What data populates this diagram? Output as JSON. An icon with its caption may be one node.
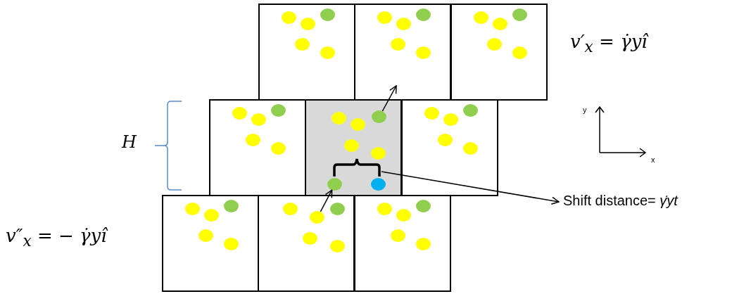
{
  "diagram": {
    "nodes": [
      {
        "text": [],
        "shape": "box"
      },
      {
        "text": [],
        "shape": "box"
      },
      {
        "text": [],
        "shape": "box"
      },
      {
        "text": [],
        "shape": "box"
      },
      {
        "text": [],
        "shape": "box"
      },
      {
        "text": [],
        "shape": "box"
      },
      {
        "text": [],
        "shape": "box"
      },
      {
        "text": [],
        "shape": "box"
      },
      {
        "text": [],
        "shape": "box"
      },
      {
        "text": [],
        "shape": "circle",
        "in": 0
      },
      {
        "text": [],
        "shape": "circle",
        "in": 0
      },
      {
        "text": [],
        "shape": "circle",
        "in": 0
      },
      {
        "text": [],
        "shape": "circle",
        "in": 0
      },
      {
        "text": [],
        "shape": "circle",
        "in": 0
      },
      {
        "text": [],
        "shape": "circle",
        "in": 1
      },
      {
        "text": [],
        "shape": "circle",
        "in": 1
      },
      {
        "text": [],
        "shape": "circle",
        "in": 1
      },
      {
        "text": [],
        "shape": "circle",
        "in": 1
      },
      {
        "text": [],
        "shape": "circle",
        "in": 1
      },
      {
        "text": [],
        "shape": "circle",
        "in": 2
      },
      {
        "text": [],
        "shape": "circle",
        "in": 2
      },
      {
        "text": [],
        "shape": "circle",
        "in": 2
      },
      {
        "text": [],
        "shape": "circle",
        "in": 2
      },
      {
        "text": [],
        "shape": "circle",
        "in": 2
      },
      {
        "text": [],
        "shape": "circle",
        "in": 3
      },
      {
        "text": [],
        "shape": "circle",
        "in": 3
      },
      {
        "text": [],
        "shape": "circle",
        "in": 3
      },
      {
        "text": [],
        "shape": "circle",
        "in": 3
      },
      {
        "text": [],
        "shape": "circle",
        "in": 3
      },
      {
        "text": [],
        "shape": "circle",
        "in": 4
      },
      {
        "text": [],
        "shape": "circle",
        "in": 4
      },
      {
        "text": [],
        "shape": "circle",
        "in": 4
      },
      {
        "text": [],
        "shape": "circle",
        "in": 4
      },
      {
        "text": [],
        "shape": "circle",
        "in": 4
      },
      {
        "text": [],
        "shape": "bracket",
        "in": 4
      },
      {
        "text": [],
        "shape": "circle",
        "in": 4
      },
      {
        "text": [],
        "shape": "circle",
        "in": 4
      },
      {
        "text": [],
        "shape": "circle",
        "in": 5
      },
      {
        "text": [],
        "shape": "circle",
        "in": 5
      },
      {
        "text": [],
        "shape": "circle",
        "in": 5
      },
      {
        "text": [],
        "shape": "circle",
        "in": 5
      },
      {
        "text": [],
        "shape": "circle",
        "in": 5
      },
      {
        "text": [],
        "shape": "circle",
        "in": 6
      },
      {
        "text": [],
        "shape": "circle",
        "in": 6
      },
      {
        "text": [],
        "shape": "circle",
        "in": 6
      },
      {
        "text": [],
        "shape": "circle",
        "in": 6
      },
      {
        "text": [],
        "shape": "circle",
        "in": 6
      },
      {
        "text": [],
        "shape": "circle",
        "in": 7
      },
      {
        "text": [],
        "shape": "circle",
        "in": 7
      },
      {
        "text": [],
        "shape": "circle",
        "in": 7
      },
      {
        "text": [],
        "shape": "circle",
        "in": 7
      },
      {
        "text": [],
        "shape": "circle",
        "in": 7
      },
      {
        "text": [],
        "shape": "circle",
        "in": 8
      },
      {
        "text": [],
        "shape": "circle",
        "in": 8
      },
      {
        "text": [],
        "shape": "circle",
        "in": 8
      },
      {
        "text": [],
        "shape": "circle",
        "in": 8
      },
      {
        "text": [],
        "shape": "circle",
        "in": 8
      },
      {
        "text": [
          "Shift distance= *γ̇yt*"
        ]
      }
    ],
    "edges": [
      {
        "from": 30,
        "to": 1,
        "arrow": "to"
      },
      {
        "from": 49,
        "to": 35,
        "arrow": "to"
      },
      {
        "from": 34,
        "to": 57,
        "arrow": "to"
      }
    ],
    "labels": [
      "v′$_{x}$ = γ̇yî",
      "y",
      "H",
      "x",
      "v″$_{x}$ = − γ̇yî"
    ]
  }
}
